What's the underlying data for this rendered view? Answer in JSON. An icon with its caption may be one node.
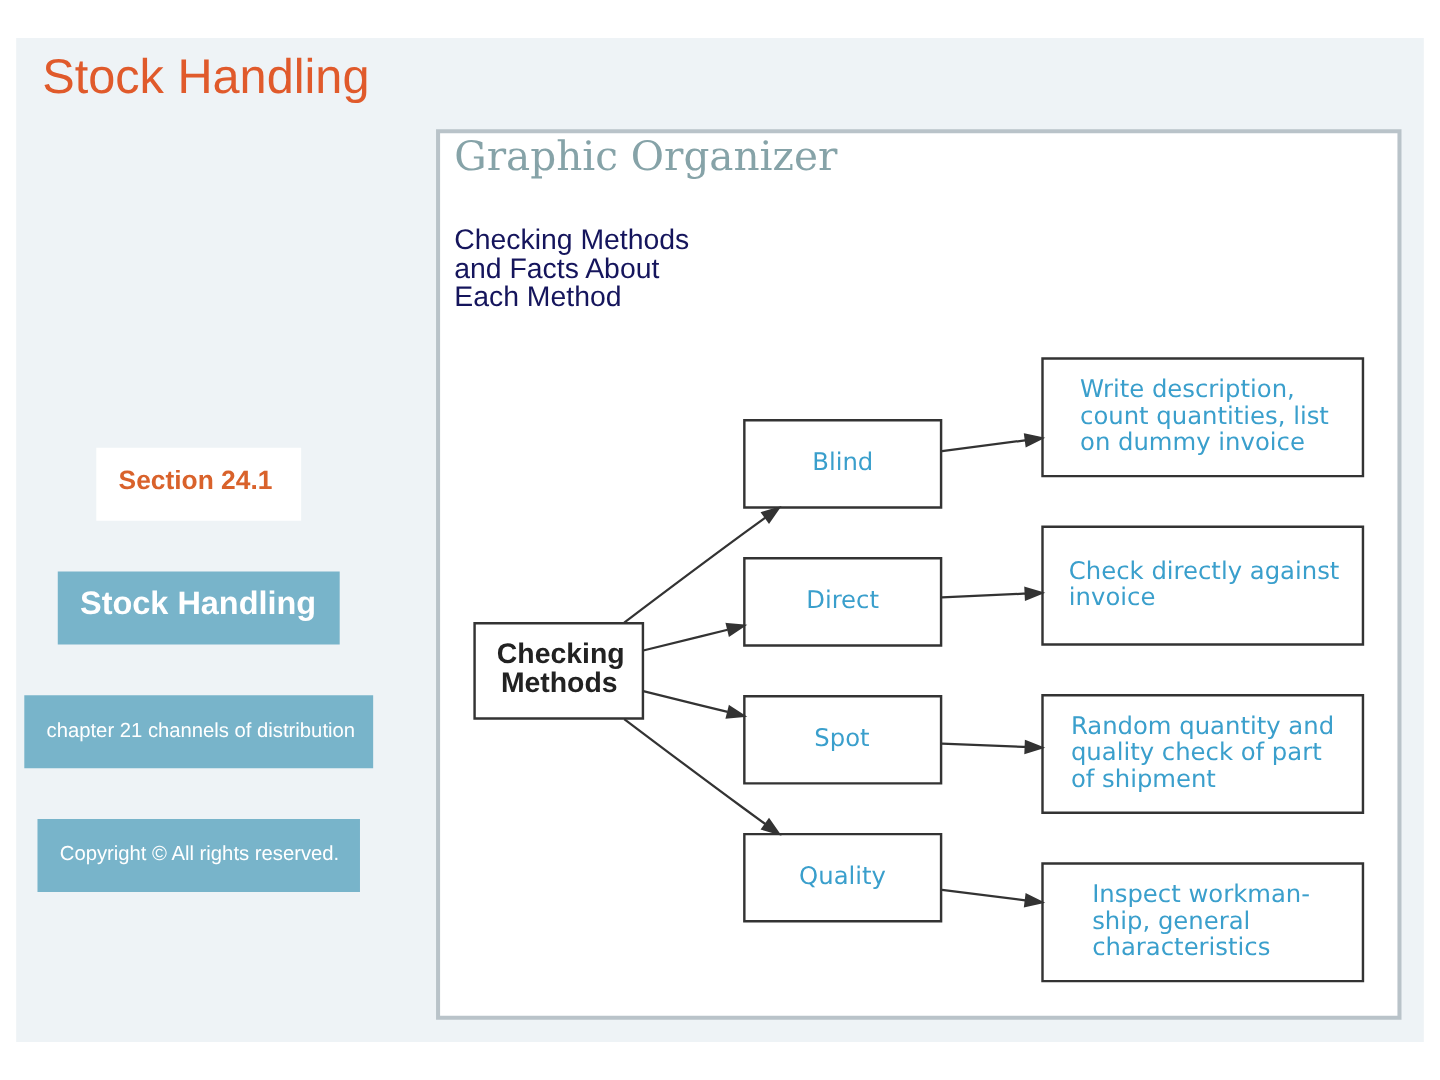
{
  "diagram": {
    "title": "Stock Handling",
    "nodes": [
      {
        "text": [
          "Graphic Organizer",
          "Checking Methods and Facts About Each Method"
        ]
      },
      {
        "text": [
          "Checking Methods"
        ],
        "in": 0
      },
      {
        "text": [
          "Blind"
        ],
        "in": 0
      },
      {
        "text": [
          "Write description, count quantities, list on dummy invoice"
        ],
        "in": 0
      },
      {
        "text": [
          "Direct"
        ],
        "in": 0
      },
      {
        "text": [
          "Check directly against invoice"
        ],
        "in": 0
      },
      {
        "text": [
          "Spot"
        ],
        "in": 0
      },
      {
        "text": [
          "Random quantity and quality check of part of shipment"
        ],
        "in": 0
      },
      {
        "text": [
          "Quality"
        ],
        "in": 0
      },
      {
        "text": [
          "Inspect workman- ship, general characteristics"
        ],
        "in": 0
      }
    ],
    "edges": [
      {
        "from": 1,
        "to": 2,
        "arrow": "to"
      },
      {
        "from": 1,
        "to": 4,
        "arrow": "to"
      },
      {
        "from": 1,
        "to": 6,
        "arrow": "to"
      },
      {
        "from": 1,
        "to": 8,
        "arrow": "to"
      },
      {
        "from": 2,
        "to": 3,
        "arrow": "to"
      },
      {
        "from": 4,
        "to": 5,
        "arrow": "to"
      },
      {
        "from": 6,
        "to": 7,
        "arrow": "to"
      },
      {
        "from": 8,
        "to": 9,
        "arrow": "to"
      }
    ],
    "labels": [
      "Section 24.1",
      "Stock Handling",
      "chapter 21 channels of distribution",
      "Copyright © All rights reserved."
    ]
  }
}
